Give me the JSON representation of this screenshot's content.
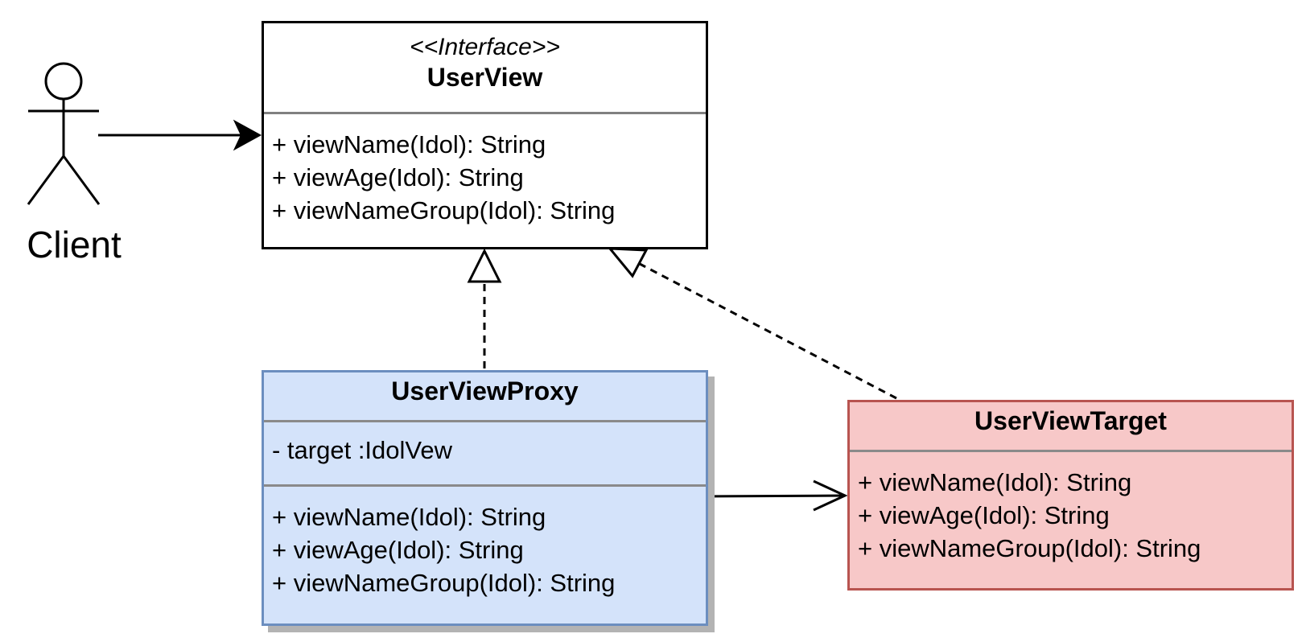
{
  "actor": {
    "label": "Client"
  },
  "interface_class": {
    "stereotype": "<<Interface>>",
    "name": "UserView",
    "operations": [
      "+ viewName(Idol): String",
      "+ viewAge(Idol): String",
      "+ viewNameGroup(Idol): String"
    ]
  },
  "proxy_class": {
    "name": "UserViewProxy",
    "attributes": [
      "- target :IdolVew"
    ],
    "operations": [
      "+ viewName(Idol): String",
      "+ viewAge(Idol): String",
      "+ viewNameGroup(Idol): String"
    ],
    "fill_color": "#d4e3fa",
    "stroke_color": "#6c8ebf"
  },
  "target_class": {
    "name": "UserViewTarget",
    "operations": [
      "+ viewName(Idol): String",
      "+ viewAge(Idol): String",
      "+ viewNameGroup(Idol): String"
    ],
    "fill_color": "#f7c8c8",
    "stroke_color": "#b85450"
  },
  "relationships": [
    {
      "from": "Client",
      "to": "UserView",
      "kind": "association"
    },
    {
      "from": "UserViewProxy",
      "to": "UserView",
      "kind": "realization"
    },
    {
      "from": "UserViewTarget",
      "to": "UserView",
      "kind": "realization"
    },
    {
      "from": "UserViewProxy",
      "to": "UserViewTarget",
      "kind": "association"
    }
  ]
}
